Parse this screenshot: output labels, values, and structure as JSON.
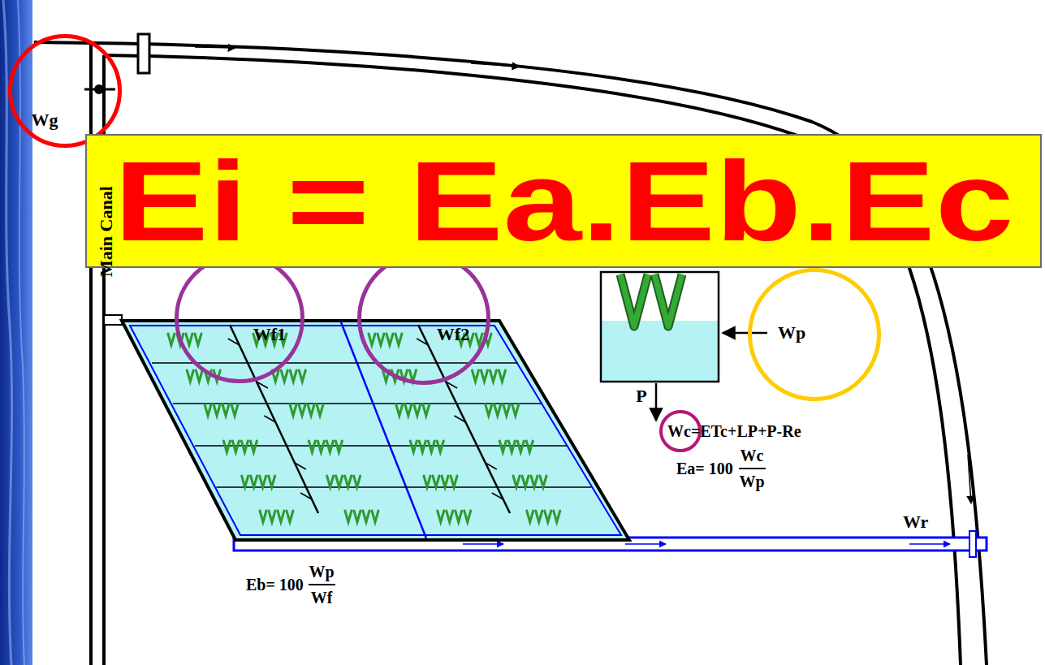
{
  "diagram": {
    "nodes": [
      {
        "text": [
          "Wg"
        ]
      },
      {
        "text": [
          "Ei = Ea.Eb.Ec"
        ]
      },
      {
        "text": [
          "Wf1"
        ]
      },
      {
        "text": [
          "Wf2"
        ]
      },
      {
        "text": [
          "Wp"
        ]
      }
    ],
    "labels": [
      "Main Canal",
      "P",
      "Wc=ETc+LP+P-Re",
      "Ea= 100",
      "Wc",
      "Wp",
      "Wr",
      "Eb= 100",
      "Wp",
      "Wf"
    ]
  }
}
